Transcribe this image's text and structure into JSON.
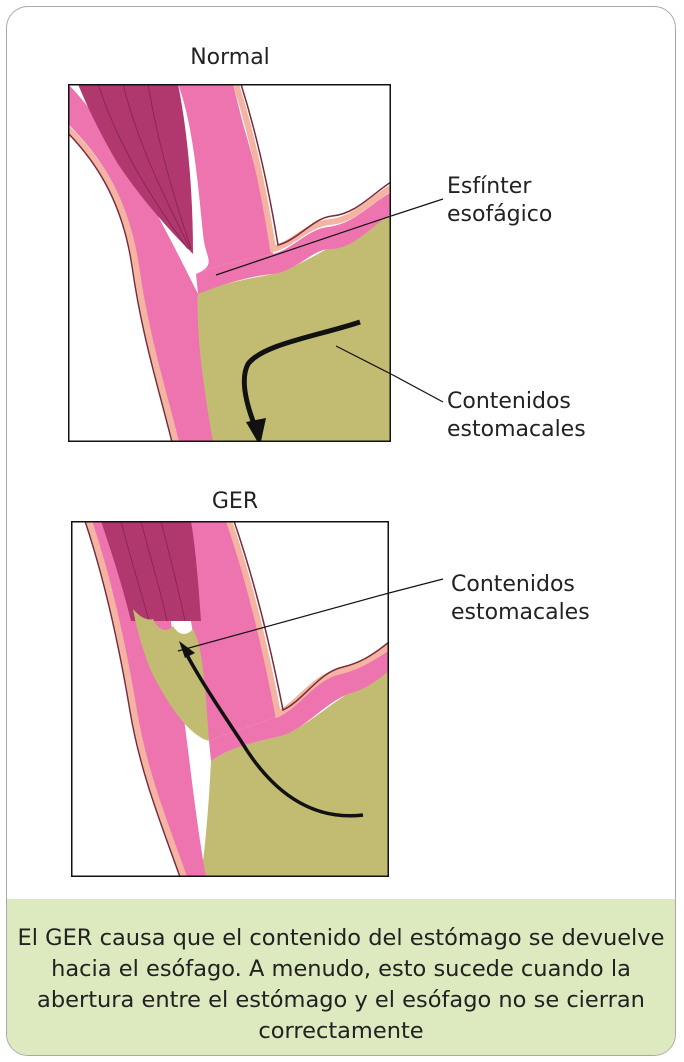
{
  "normal": {
    "title": "Normal",
    "label_sphincter_l1": "Esfínter",
    "label_sphincter_l2": "esofágico",
    "label_contents_l1": "Contenidos",
    "label_contents_l2": "estomacales"
  },
  "ger": {
    "title": "GER",
    "label_contents_l1": "Contenidos",
    "label_contents_l2": "estomacales"
  },
  "caption": {
    "text": "El GER causa que el contenido del estómago se devuelve hacia el esófago. A menudo, esto sucede cuando la abertura entre el estómago y el esófago no se cierran correctamente"
  },
  "colors": {
    "stomach": "#c2bb72",
    "wall": "#ee74b0",
    "lining": "#f5b3a2",
    "muscle": "#b0386e",
    "caption_bg": "#dde9bf"
  }
}
